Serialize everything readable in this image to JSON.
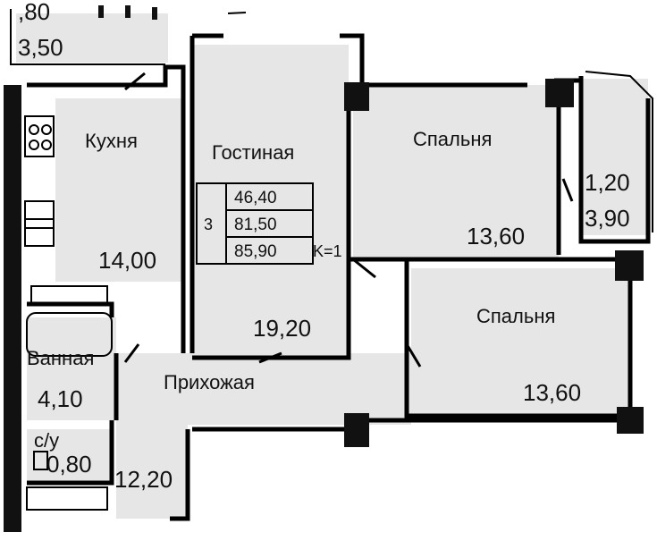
{
  "rooms": {
    "kitchen": {
      "name": "Кухня",
      "area": "14,00"
    },
    "living": {
      "name": "Гостиная",
      "area": "19,20"
    },
    "bedroom1": {
      "name": "Спальня",
      "area": "13,60"
    },
    "bedroom2": {
      "name": "Спальня",
      "area": "13,60"
    },
    "bathroom": {
      "name": "Ванная",
      "area": "4,10"
    },
    "hallway": {
      "name": "Прихожая",
      "area": "12,20"
    },
    "wc": {
      "name": "с/у",
      "area": "0,80"
    },
    "balcony_left": {
      "area_top": ",80",
      "area": "3,50"
    },
    "balcony_right": {
      "area_top": "1,20",
      "area": "3,90"
    }
  },
  "summary": {
    "rooms_count": "3",
    "living_area": "46,40",
    "total_area": "81,50",
    "total_with_balcony": "85,90",
    "coefficient": "K=1"
  }
}
